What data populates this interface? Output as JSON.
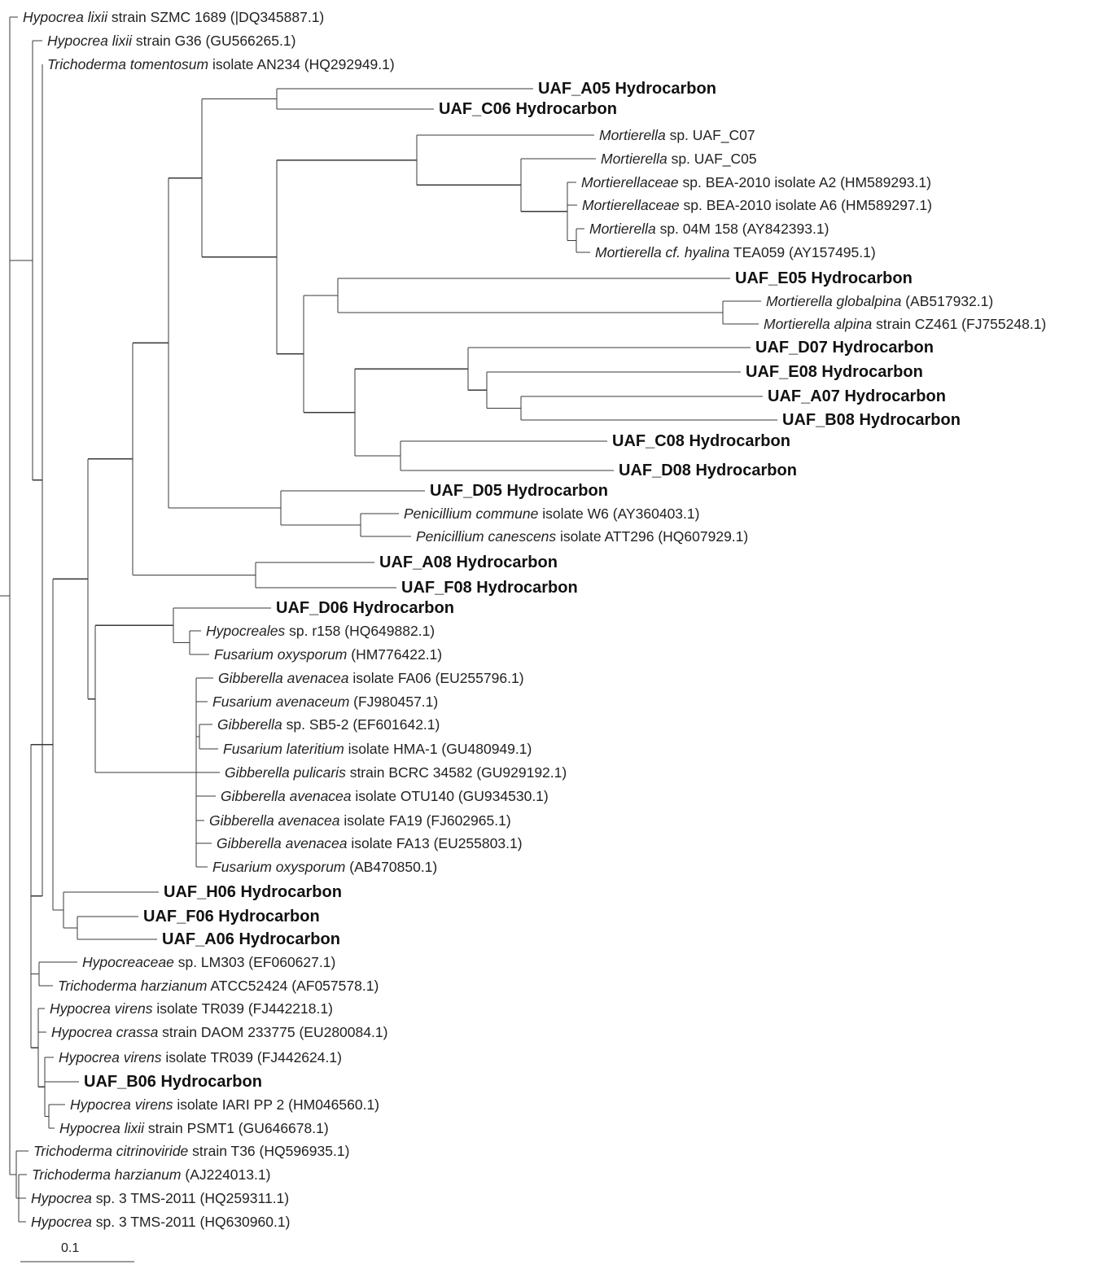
{
  "tree": {
    "scale_bar_label": "0.1",
    "leaves": [
      {
        "id": "L1",
        "italic": "Hypocrea lixii",
        "rest": " strain SZMC 1689 (|DQ345887.1)",
        "bold": false
      },
      {
        "id": "L2",
        "italic": "Hypocrea lixii",
        "rest": " strain G36 (GU566265.1)",
        "bold": false
      },
      {
        "id": "L3",
        "italic": "Trichoderma tomentosum",
        "rest": " isolate AN234 (HQ292949.1)",
        "bold": false
      },
      {
        "id": "L4",
        "italic": "",
        "rest": "UAF_A05 Hydrocarbon",
        "bold": true
      },
      {
        "id": "L5",
        "italic": "",
        "rest": "UAF_C06 Hydrocarbon",
        "bold": true
      },
      {
        "id": "L6",
        "italic": "Mortierella",
        "rest": " sp. UAF_C07",
        "bold": false
      },
      {
        "id": "L7",
        "italic": "Mortierella",
        "rest": " sp. UAF_C05",
        "bold": false
      },
      {
        "id": "L8",
        "italic": "Mortierellaceae",
        "rest": " sp. BEA-2010 isolate A2 (HM589293.1)",
        "bold": false
      },
      {
        "id": "L9",
        "italic": "Mortierellaceae",
        "rest": " sp. BEA-2010 isolate A6 (HM589297.1)",
        "bold": false
      },
      {
        "id": "L10",
        "italic": "Mortierella",
        "rest": " sp. 04M 158 (AY842393.1)",
        "bold": false
      },
      {
        "id": "L11",
        "italic": "Mortierella cf. hyalina",
        "rest": " TEA059 (AY157495.1)",
        "bold": false
      },
      {
        "id": "L12",
        "italic": "",
        "rest": "UAF_E05 Hydrocarbon",
        "bold": true
      },
      {
        "id": "L13",
        "italic": "Mortierella globalpina",
        "rest": " (AB517932.1)",
        "bold": false
      },
      {
        "id": "L14",
        "italic": "Mortierella alpina",
        "rest": " strain CZ461 (FJ755248.1)",
        "bold": false
      },
      {
        "id": "L15",
        "italic": "",
        "rest": "UAF_D07 Hydrocarbon",
        "bold": true
      },
      {
        "id": "L16",
        "italic": "",
        "rest": "UAF_E08 Hydrocarbon",
        "bold": true
      },
      {
        "id": "L17",
        "italic": "",
        "rest": "UAF_A07 Hydrocarbon",
        "bold": true
      },
      {
        "id": "L18",
        "italic": "",
        "rest": "UAF_B08 Hydrocarbon",
        "bold": true
      },
      {
        "id": "L19",
        "italic": "",
        "rest": "UAF_C08 Hydrocarbon",
        "bold": true
      },
      {
        "id": "L20",
        "italic": "",
        "rest": "UAF_D08 Hydrocarbon",
        "bold": true
      },
      {
        "id": "L21",
        "italic": "",
        "rest": "UAF_D05 Hydrocarbon",
        "bold": true
      },
      {
        "id": "L22",
        "italic": "Penicillium commune",
        "rest": " isolate W6 (AY360403.1)",
        "bold": false
      },
      {
        "id": "L23",
        "italic": "Penicillium canescens",
        "rest": " isolate ATT296 (HQ607929.1)",
        "bold": false
      },
      {
        "id": "L24",
        "italic": "",
        "rest": "UAF_A08 Hydrocarbon",
        "bold": true
      },
      {
        "id": "L25",
        "italic": "",
        "rest": "UAF_F08 Hydrocarbon",
        "bold": true
      },
      {
        "id": "L26",
        "italic": "",
        "rest": "UAF_D06 Hydrocarbon",
        "bold": true
      },
      {
        "id": "L27",
        "italic": "Hypocreales",
        "rest": " sp. r158 (HQ649882.1)",
        "bold": false
      },
      {
        "id": "L28",
        "italic": "Fusarium oxysporum",
        "rest": " (HM776422.1)",
        "bold": false
      },
      {
        "id": "L29",
        "italic": "Gibberella avenacea",
        "rest": " isolate FA06 (EU255796.1)",
        "bold": false
      },
      {
        "id": "L30",
        "italic": "Fusarium avenaceum",
        "rest": " (FJ980457.1)",
        "bold": false
      },
      {
        "id": "L31",
        "italic": "Gibberella",
        "rest": " sp. SB5-2 (EF601642.1)",
        "bold": false
      },
      {
        "id": "L32",
        "italic": "Fusarium lateritium",
        "rest": " isolate HMA-1 (GU480949.1)",
        "bold": false
      },
      {
        "id": "L33",
        "italic": "Gibberella pulicaris",
        "rest": " strain BCRC 34582 (GU929192.1)",
        "bold": false
      },
      {
        "id": "L34",
        "italic": "Gibberella avenacea",
        "rest": " isolate OTU140 (GU934530.1)",
        "bold": false
      },
      {
        "id": "L35",
        "italic": "Gibberella avenacea",
        "rest": " isolate FA19 (FJ602965.1)",
        "bold": false
      },
      {
        "id": "L36",
        "italic": "Gibberella avenacea",
        "rest": " isolate FA13 (EU255803.1)",
        "bold": false
      },
      {
        "id": "L37",
        "italic": "Fusarium oxysporum",
        "rest": " (AB470850.1)",
        "bold": false
      },
      {
        "id": "L38",
        "italic": "",
        "rest": "UAF_H06 Hydrocarbon",
        "bold": true
      },
      {
        "id": "L39",
        "italic": "",
        "rest": "UAF_F06 Hydrocarbon",
        "bold": true
      },
      {
        "id": "L40",
        "italic": "",
        "rest": "UAF_A06 Hydrocarbon",
        "bold": true
      },
      {
        "id": "L41",
        "italic": "Hypocreaceae",
        "rest": " sp. LM303 (EF060627.1)",
        "bold": false
      },
      {
        "id": "L42",
        "italic": "Trichoderma harzianum",
        "rest": " ATCC52424 (AF057578.1)",
        "bold": false
      },
      {
        "id": "L43",
        "italic": "Hypocrea virens",
        "rest": " isolate TR039 (FJ442218.1)",
        "bold": false
      },
      {
        "id": "L44",
        "italic": "Hypocrea crassa",
        "rest": " strain DAOM 233775 (EU280084.1)",
        "bold": false
      },
      {
        "id": "L45",
        "italic": "Hypocrea virens",
        "rest": " isolate TR039 (FJ442624.1)",
        "bold": false
      },
      {
        "id": "L46",
        "italic": "",
        "rest": "UAF_B06 Hydrocarbon",
        "bold": true
      },
      {
        "id": "L47",
        "italic": "Hypocrea virens",
        "rest": " isolate IARI PP 2 (HM046560.1)",
        "bold": false
      },
      {
        "id": "L48",
        "italic": "Hypocrea lixii",
        "rest": " strain PSMT1 (GU646678.1)",
        "bold": false
      },
      {
        "id": "L49",
        "italic": "Trichoderma citrinoviride",
        "rest": " strain T36 (HQ596935.1)",
        "bold": false
      },
      {
        "id": "L50",
        "italic": "Trichoderma harzianum",
        "rest": " (AJ224013.1)",
        "bold": false
      },
      {
        "id": "L51",
        "italic": "Hypocrea",
        "rest": " sp. 3 TMS-2011 (HQ259311.1)",
        "bold": false
      },
      {
        "id": "L52",
        "italic": "Hypocrea",
        "rest": " sp. 3 TMS-2011 (HQ630960.1)",
        "bold": false
      }
    ]
  }
}
